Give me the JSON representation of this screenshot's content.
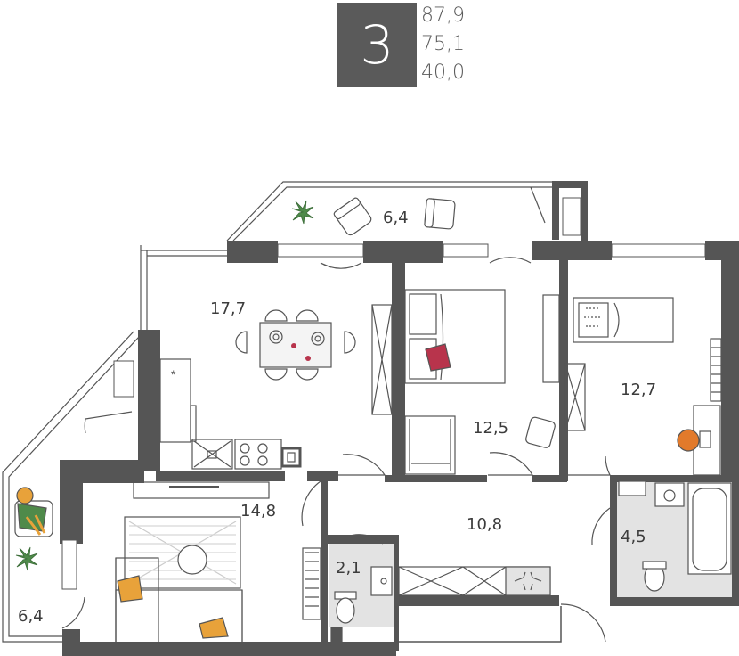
{
  "header": {
    "rooms_count": "3",
    "total_area": "87,9",
    "living_area": "75,1",
    "rooms_area": "40,0"
  },
  "rooms": {
    "balcony_top": "6,4",
    "kitchen": "17,7",
    "bedroom_middle": "12,5",
    "bedroom_right": "12,7",
    "living_room": "14,8",
    "hallway": "10,8",
    "bathroom": "4,5",
    "wc": "2,1",
    "balcony_left": "6,4"
  },
  "colors": {
    "wall": "#555555",
    "badge": "#5a5a5a",
    "floor_tile": "#e3e3e3",
    "accent_orange": "#e8a23a",
    "accent_red": "#b8344c",
    "plant_green": "#4f8a4a"
  }
}
